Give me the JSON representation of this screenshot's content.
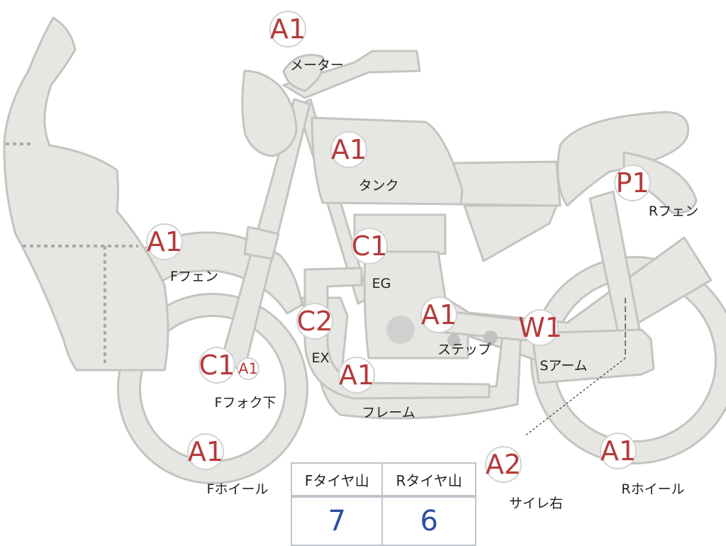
{
  "inspection": {
    "points": [
      {
        "grade": "A1",
        "part": "メーター"
      },
      {
        "grade": "A1",
        "part": "タンク"
      },
      {
        "grade": "P1",
        "part": "Rフェン"
      },
      {
        "grade": "A1",
        "part": "Fフェン"
      },
      {
        "grade": "C1",
        "part": "EG"
      },
      {
        "grade": "C2",
        "part": "EX"
      },
      {
        "grade": "A1",
        "part": "ステップ"
      },
      {
        "grade": "W1",
        "part": "Sアーム"
      },
      {
        "grade": "C1",
        "part": "Fフォク下"
      },
      {
        "grade": "A1",
        "part": "フレーム"
      },
      {
        "grade": "A1",
        "part": "Fホイール"
      },
      {
        "grade": "A2",
        "part": "サイレ右"
      },
      {
        "grade": "A1",
        "part": "Rホイール"
      }
    ],
    "extra_grade": "A1"
  },
  "tire_table": {
    "headers": [
      "Fタイヤ山",
      "Rタイヤ山"
    ],
    "values": [
      "7",
      "6"
    ]
  },
  "colors": {
    "grade_text": "#b53a3a",
    "value_text": "#2a4fa0",
    "part_fill": "#e6e6e3",
    "part_stroke": "#c3c3c0"
  }
}
